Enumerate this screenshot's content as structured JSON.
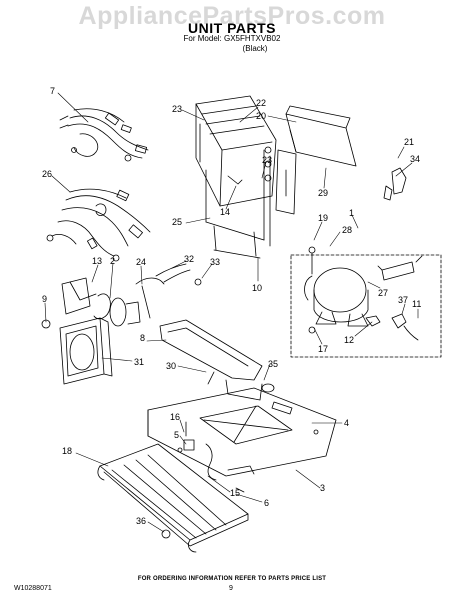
{
  "header": {
    "watermark": "AppliancePartsPros.com",
    "title": "UNIT PARTS",
    "model_line": "For Model: GX5FHTXVB02",
    "color_line": "(Black)"
  },
  "callouts": [
    {
      "id": "7",
      "label": "7"
    },
    {
      "id": "26",
      "label": "26"
    },
    {
      "id": "23a",
      "label": "23"
    },
    {
      "id": "22",
      "label": "22"
    },
    {
      "id": "20",
      "label": "20"
    },
    {
      "id": "23b",
      "label": "23"
    },
    {
      "id": "21",
      "label": "21"
    },
    {
      "id": "34",
      "label": "34"
    },
    {
      "id": "14",
      "label": "14"
    },
    {
      "id": "29",
      "label": "29"
    },
    {
      "id": "25",
      "label": "25"
    },
    {
      "id": "19",
      "label": "19"
    },
    {
      "id": "1",
      "label": "1"
    },
    {
      "id": "28",
      "label": "28"
    },
    {
      "id": "13",
      "label": "13"
    },
    {
      "id": "2",
      "label": "2"
    },
    {
      "id": "24",
      "label": "24"
    },
    {
      "id": "32",
      "label": "32"
    },
    {
      "id": "33",
      "label": "33"
    },
    {
      "id": "10",
      "label": "10"
    },
    {
      "id": "9",
      "label": "9"
    },
    {
      "id": "27",
      "label": "27"
    },
    {
      "id": "37",
      "label": "37"
    },
    {
      "id": "11",
      "label": "11"
    },
    {
      "id": "8",
      "label": "8"
    },
    {
      "id": "12",
      "label": "12"
    },
    {
      "id": "17",
      "label": "17"
    },
    {
      "id": "31",
      "label": "31"
    },
    {
      "id": "35",
      "label": "35"
    },
    {
      "id": "30",
      "label": "30"
    },
    {
      "id": "4",
      "label": "4"
    },
    {
      "id": "16",
      "label": "16"
    },
    {
      "id": "5",
      "label": "5"
    },
    {
      "id": "18",
      "label": "18"
    },
    {
      "id": "3",
      "label": "3"
    },
    {
      "id": "15",
      "label": "15"
    },
    {
      "id": "6",
      "label": "6"
    },
    {
      "id": "36",
      "label": "36"
    }
  ],
  "footer": {
    "note": "FOR ORDERING INFORMATION REFER TO PARTS PRICE LIST",
    "doc_number": "W10288071",
    "page_number": "9"
  }
}
